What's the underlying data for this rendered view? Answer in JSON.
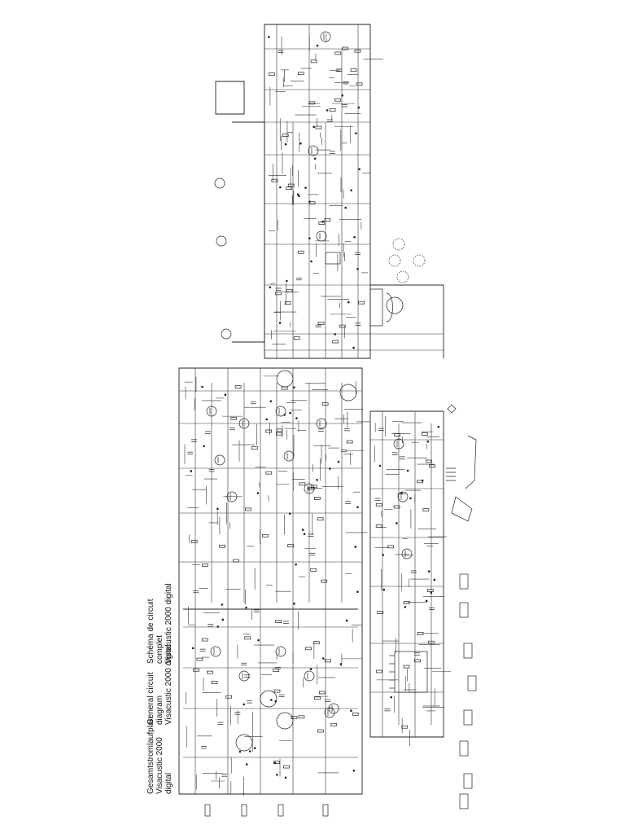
{
  "titles": {
    "de": [
      "Gesamtstromlaufplan",
      "Visacustic 2000",
      "digital"
    ],
    "en": [
      "General circuit",
      "diagram",
      "Visacustic 2000 digital"
    ],
    "fr": [
      "Schéma de circuit",
      "complet",
      "Visacustic 2000 digital"
    ]
  }
}
